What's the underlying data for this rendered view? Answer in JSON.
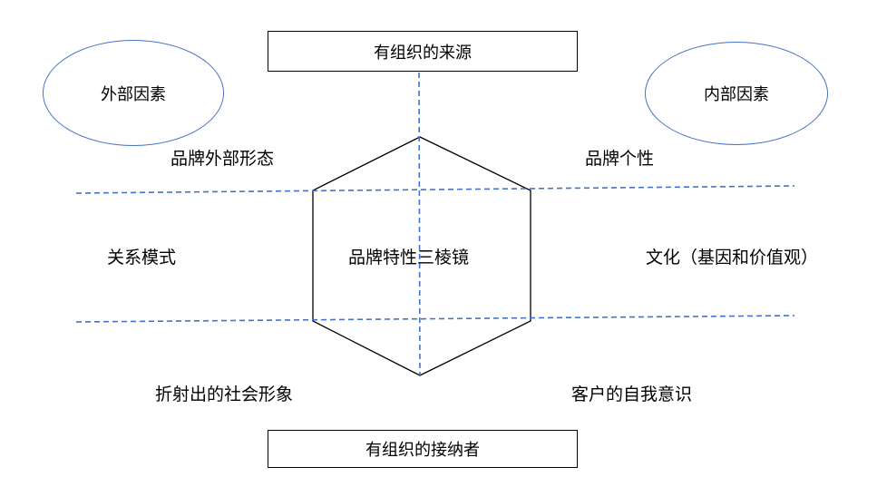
{
  "top_source": "有组织的来源",
  "bottom_receiver": "有组织的接纳者",
  "external_factors": "外部因素",
  "internal_factors": "内部因素",
  "center_title": "品牌特性三棱镜",
  "facets": {
    "physique": "品牌外部形态",
    "personality": "品牌个性",
    "relationship": "关系模式",
    "culture": "文化（基因和价值观）",
    "reflection": "折射出的社会形象",
    "self_image": "客户的自我意识"
  },
  "colors": {
    "dashed_line": "#4472c4",
    "ellipse_border": "#4472c4",
    "outline": "#000000"
  }
}
